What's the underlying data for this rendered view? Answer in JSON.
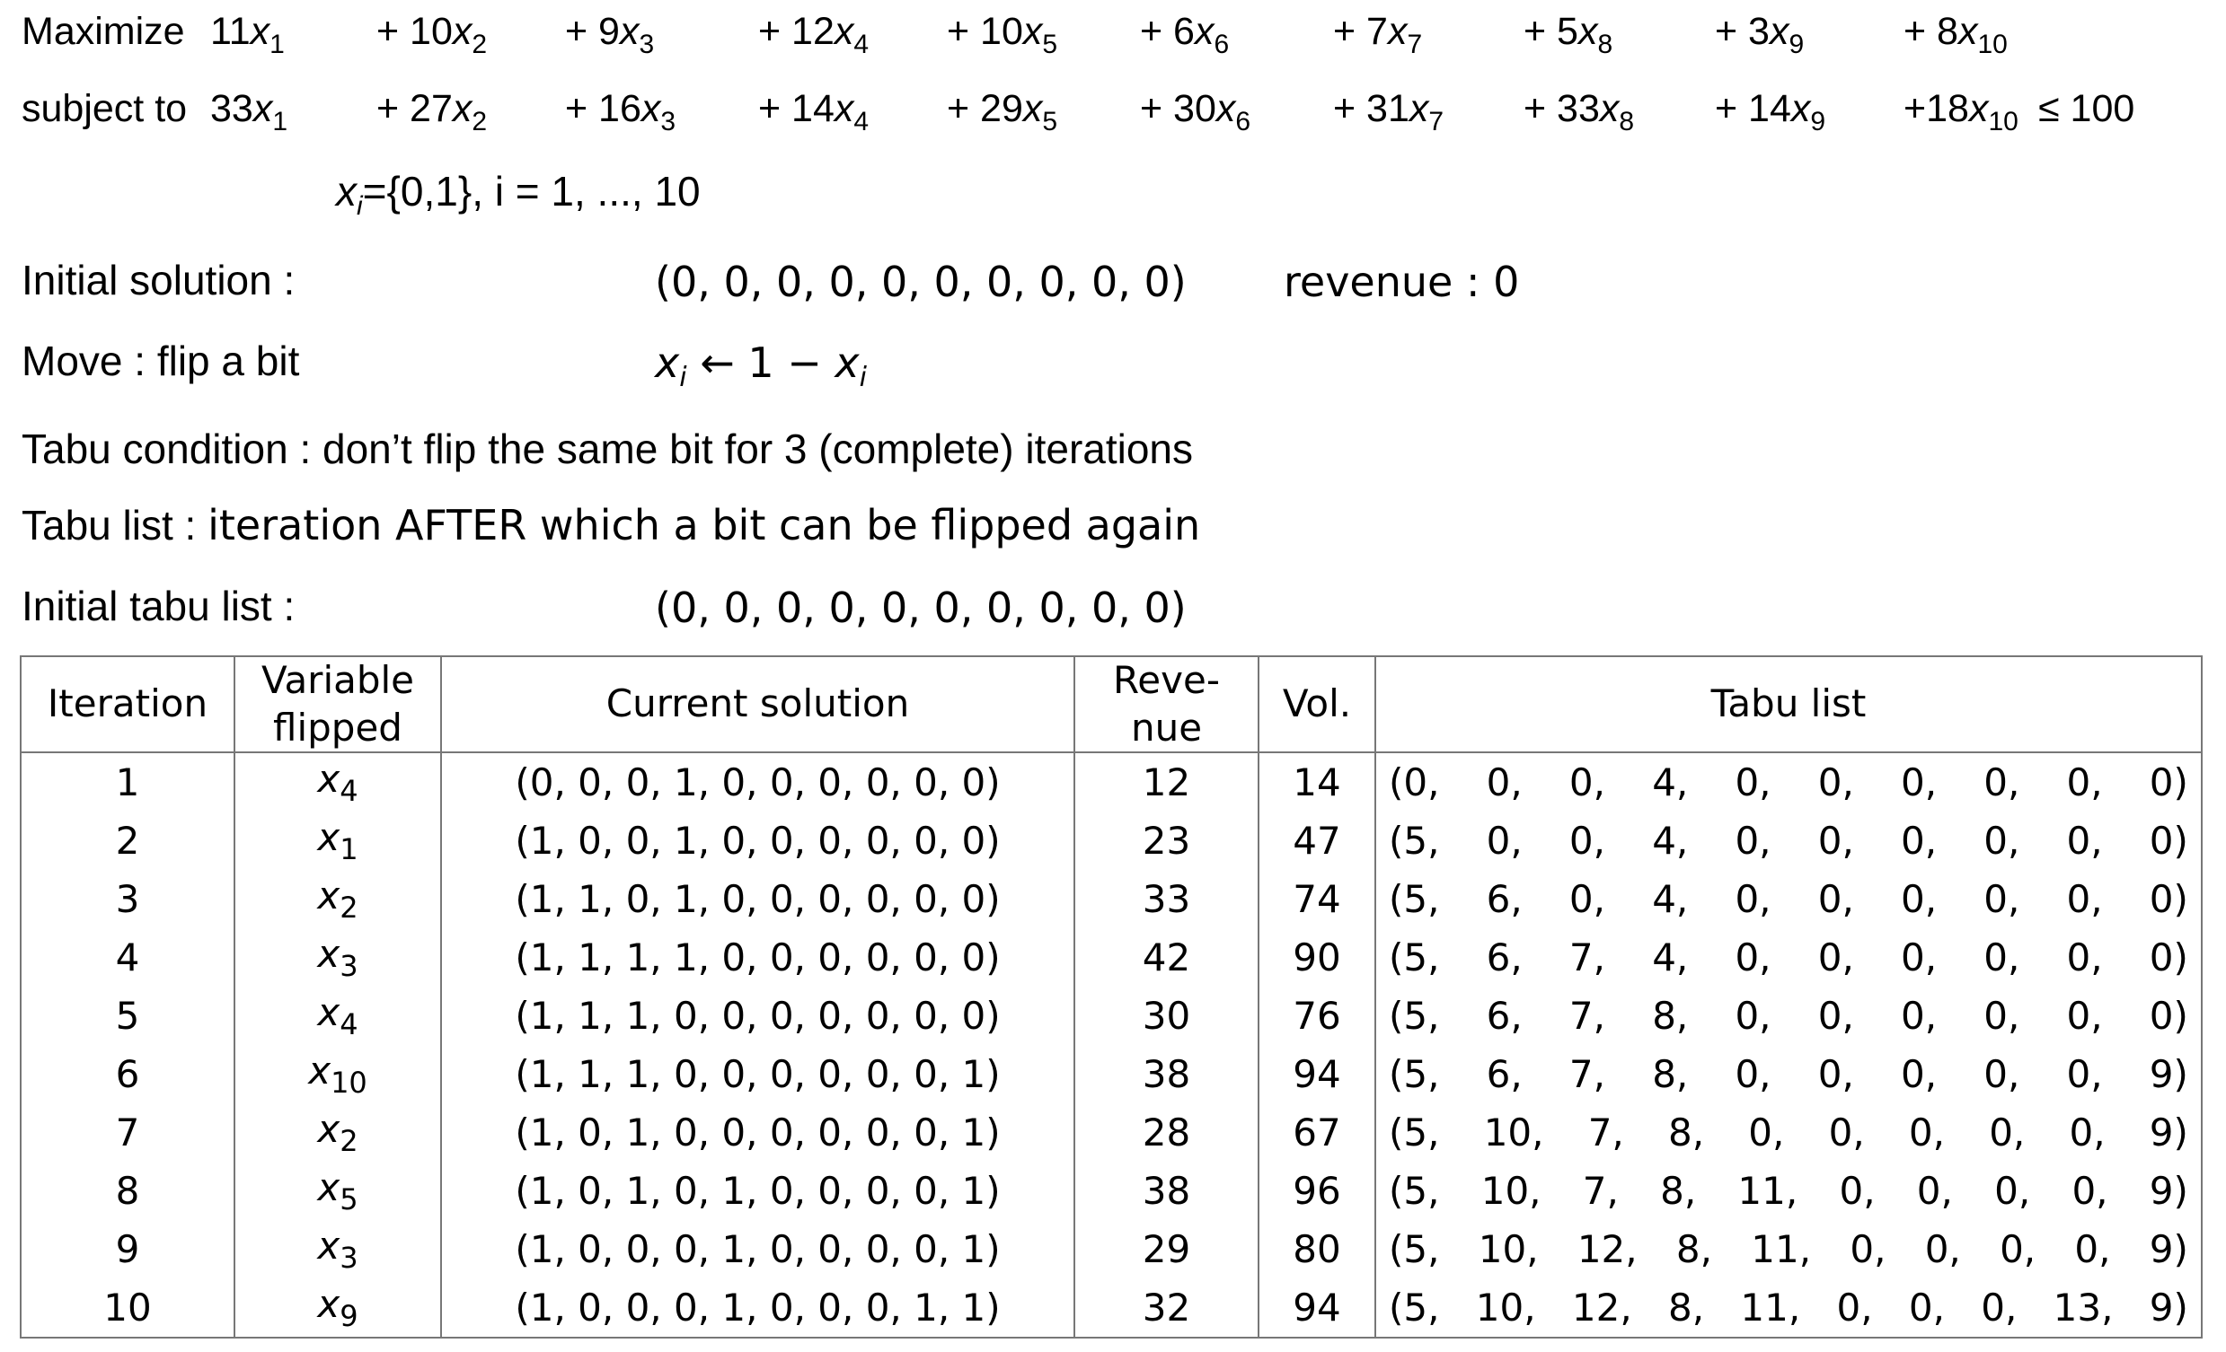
{
  "problem": {
    "maximize_label": "Maximize",
    "objective_terms": [
      "11x1",
      "+ 10x2",
      "+  9x3",
      "+ 12x4",
      "+ 10x5",
      "+  6x6",
      "+  7x7",
      "+  5x8",
      "+  3x9",
      "+ 8x10"
    ],
    "objective_parts": [
      {
        "coef": "11",
        "idx": "1"
      },
      {
        "coef": "+ 10",
        "idx": "2"
      },
      {
        "coef": "+  9",
        "idx": "3"
      },
      {
        "coef": "+ 12",
        "idx": "4"
      },
      {
        "coef": "+ 10",
        "idx": "5"
      },
      {
        "coef": "+  6",
        "idx": "6"
      },
      {
        "coef": "+  7",
        "idx": "7"
      },
      {
        "coef": "+  5",
        "idx": "8"
      },
      {
        "coef": "+  3",
        "idx": "9"
      },
      {
        "coef": "+ 8",
        "idx": "10"
      }
    ],
    "subject_to_label": "subject to",
    "constraint_parts": [
      {
        "coef": "33",
        "idx": "1"
      },
      {
        "coef": "+ 27",
        "idx": "2"
      },
      {
        "coef": "+ 16",
        "idx": "3"
      },
      {
        "coef": "+ 14",
        "idx": "4"
      },
      {
        "coef": "+ 29",
        "idx": "5"
      },
      {
        "coef": "+ 30",
        "idx": "6"
      },
      {
        "coef": "+ 31",
        "idx": "7"
      },
      {
        "coef": "+ 33",
        "idx": "8"
      },
      {
        "coef": "+ 14",
        "idx": "9"
      },
      {
        "coef": "+18",
        "idx": "10"
      }
    ],
    "constraint_rhs": "≤ 100",
    "domain_text": "={0,1}, i = 1, ..., 10"
  },
  "info": {
    "initial_solution_label": "Initial solution :",
    "initial_solution_value": "(0, 0, 0, 0, 0, 0, 0, 0, 0, 0)",
    "revenue_text": "revenue : 0",
    "move_label": "Move : flip a bit",
    "move_rule": "← 1 − ",
    "tabu_condition": "Tabu condition : don’t flip the same bit for 3 (complete) iterations",
    "tabu_list_label": "Tabu list : ",
    "tabu_list_desc": "iteration AFTER which a bit can be flipped again",
    "initial_tabu_label": "Initial tabu list :",
    "initial_tabu_value": "(0, 0, 0, 0, 0, 0, 0, 0, 0, 0)"
  },
  "table": {
    "headers": {
      "iteration": "Iteration",
      "variable_1": "Variable",
      "variable_2": "flipped",
      "current_solution": "Current solution",
      "revenue_1": "Reve-",
      "revenue_2": "nue",
      "vol": "Vol.",
      "tabu_list": "Tabu list"
    },
    "rows": [
      {
        "iteration": "1",
        "var": "x",
        "var_idx": "4",
        "solution": "(0, 0, 0, 1, 0, 0, 0, 0, 0, 0)",
        "revenue": "12",
        "vol": "14",
        "tabu": [
          "(0,",
          "0,",
          "0,",
          "4,",
          "0,",
          "0,",
          "0,",
          "0,",
          "0,",
          "0)"
        ]
      },
      {
        "iteration": "2",
        "var": "x",
        "var_idx": "1",
        "solution": "(1, 0, 0, 1, 0, 0, 0, 0, 0, 0)",
        "revenue": "23",
        "vol": "47",
        "tabu": [
          "(5,",
          "0,",
          "0,",
          "4,",
          "0,",
          "0,",
          "0,",
          "0,",
          "0,",
          "0)"
        ]
      },
      {
        "iteration": "3",
        "var": "x",
        "var_idx": "2",
        "solution": "(1, 1, 0, 1, 0, 0, 0, 0, 0, 0)",
        "revenue": "33",
        "vol": "74",
        "tabu": [
          "(5,",
          "6,",
          "0,",
          "4,",
          "0,",
          "0,",
          "0,",
          "0,",
          "0,",
          "0)"
        ]
      },
      {
        "iteration": "4",
        "var": "x",
        "var_idx": "3",
        "solution": "(1, 1, 1, 1, 0, 0, 0, 0, 0, 0)",
        "revenue": "42",
        "vol": "90",
        "tabu": [
          "(5,",
          "6,",
          "7,",
          "4,",
          "0,",
          "0,",
          "0,",
          "0,",
          "0,",
          "0)"
        ]
      },
      {
        "iteration": "5",
        "var": "x",
        "var_idx": "4",
        "solution": "(1, 1, 1, 0, 0, 0, 0, 0, 0, 0)",
        "revenue": "30",
        "vol": "76",
        "tabu": [
          "(5,",
          "6,",
          "7,",
          "8,",
          "0,",
          "0,",
          "0,",
          "0,",
          "0,",
          "0)"
        ]
      },
      {
        "iteration": "6",
        "var": "x",
        "var_idx": "10",
        "solution": "(1, 1, 1, 0, 0, 0, 0, 0, 0, 1)",
        "revenue": "38",
        "vol": "94",
        "tabu": [
          "(5,",
          "6,",
          "7,",
          "8,",
          "0,",
          "0,",
          "0,",
          "0,",
          "0,",
          "9)"
        ]
      },
      {
        "iteration": "7",
        "var": "x",
        "var_idx": "2",
        "solution": "(1, 0, 1, 0, 0, 0, 0, 0, 0, 1)",
        "revenue": "28",
        "vol": "67",
        "tabu": [
          "(5,",
          "10,",
          "7,",
          "8,",
          "0,",
          "0,",
          "0,",
          "0,",
          "0,",
          "9)"
        ]
      },
      {
        "iteration": "8",
        "var": "x",
        "var_idx": "5",
        "solution": "(1, 0, 1, 0, 1, 0, 0, 0, 0, 1)",
        "revenue": "38",
        "vol": "96",
        "tabu": [
          "(5,",
          "10,",
          "7,",
          "8,",
          "11,",
          "0,",
          "0,",
          "0,",
          "0,",
          "9)"
        ]
      },
      {
        "iteration": "9",
        "var": "x",
        "var_idx": "3",
        "solution": "(1, 0, 0, 0, 1, 0, 0, 0, 0, 1)",
        "revenue": "29",
        "vol": "80",
        "tabu": [
          "(5,",
          "10,",
          "12,",
          "8,",
          "11,",
          "0,",
          "0,",
          "0,",
          "0,",
          "9)"
        ]
      },
      {
        "iteration": "10",
        "var": "x",
        "var_idx": "9",
        "solution": "(1, 0, 0, 0, 1, 0, 0, 0, 1, 1)",
        "revenue": "32",
        "vol": "94",
        "tabu": [
          "(5,",
          "10,",
          "12,",
          "8,",
          "11,",
          "0,",
          "0,",
          "0,",
          "13,",
          "9)"
        ]
      }
    ]
  }
}
